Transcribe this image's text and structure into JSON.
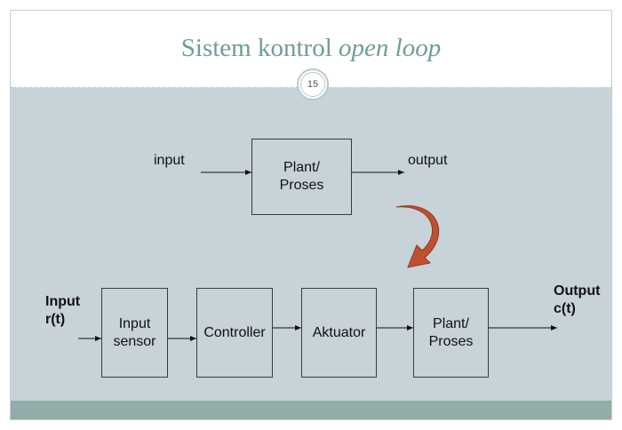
{
  "slide": {
    "title_plain": "Sistem kontrol ",
    "title_italic": "open loop",
    "page_number": "15"
  },
  "top_diagram": {
    "input_label": "input",
    "block_label_line1": "Plant/",
    "block_label_line2": "Proses",
    "output_label": "output"
  },
  "bottom_diagram": {
    "input_label_line1": "Input",
    "input_label_line2": "r(t)",
    "output_label_line1": "Output",
    "output_label_line2": "c(t)",
    "blocks": [
      {
        "line1": "Input",
        "line2": "sensor"
      },
      {
        "line1": "Controller",
        "line2": ""
      },
      {
        "line1": "Aktuator",
        "line2": ""
      },
      {
        "line1": "Plant/",
        "line2": "Proses"
      }
    ]
  },
  "colors": {
    "title": "#6f9c9a",
    "content_bg": "#c7d2d9",
    "footer_bar": "#90adaa",
    "curved_arrow": "#c0502f"
  }
}
